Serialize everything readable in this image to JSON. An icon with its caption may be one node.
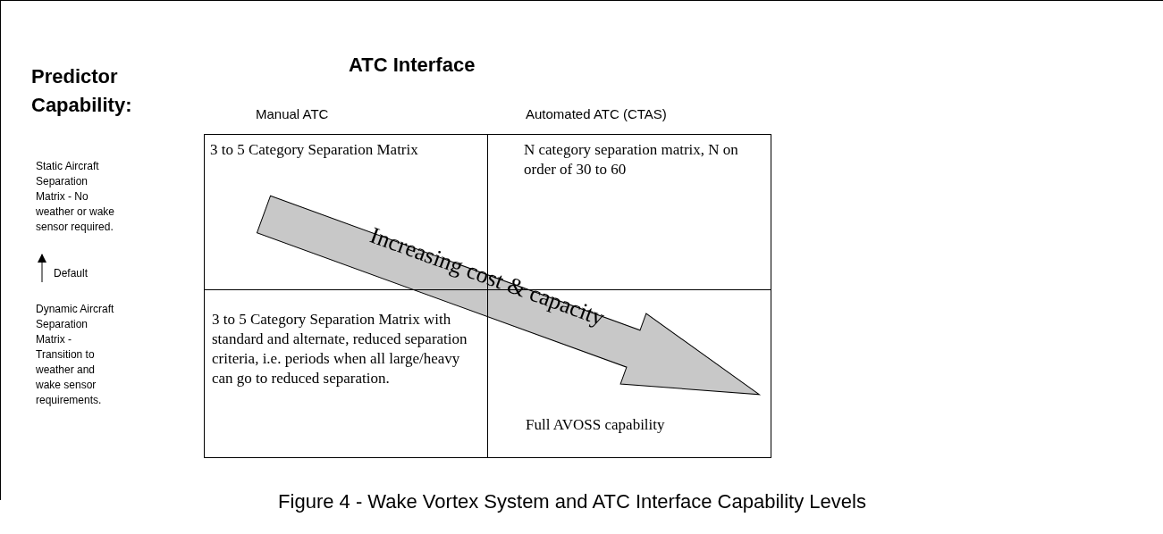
{
  "diagram": {
    "caption": "Figure 4 - Wake Vortex System and ATC Interface Capability Levels",
    "nodes": [
      {
        "text": [
          "Static Aircraft Separation Matrix - No weather or wake sensor required."
        ]
      },
      {
        "text": [
          "Dynamic Aircraft Separation Matrix - Transition to weather and wake sensor requirements."
        ]
      },
      {
        "text": [
          "3 to 5 Category Separation Matrix"
        ]
      },
      {
        "text": [
          "N category separation matrix, N on order of 30 to 60"
        ]
      },
      {
        "text": [
          "3 to 5 Category Separation Matrix with standard and alternate, reduced separation criteria, i.e. periods when all large/heavy can go to reduced separation."
        ]
      },
      {
        "text": [
          "Full AVOSS capability"
        ]
      }
    ],
    "edges": [
      {
        "from": 1,
        "to": 0,
        "arrow": "to",
        "label": "Default"
      },
      {
        "from": 2,
        "to": 5,
        "arrow": "to",
        "label": "Increasing cost & capacity",
        "style": "thick"
      }
    ],
    "labels": [
      "ATC Interface",
      "Predictor Capability:",
      "Manual ATC",
      "Automated ATC (CTAS)"
    ]
  }
}
